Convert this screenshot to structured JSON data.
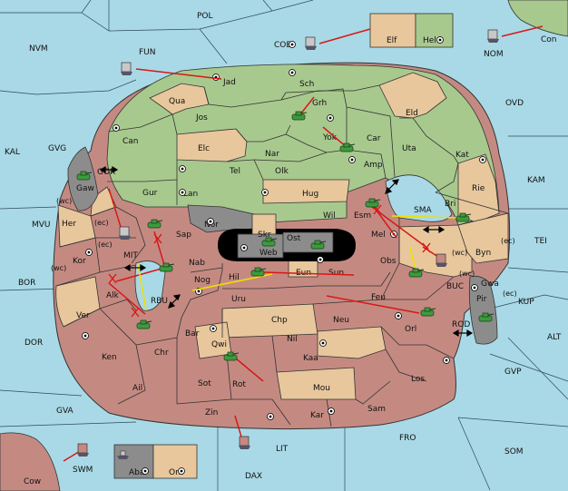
{
  "board": {
    "sea_labels": [
      "POL",
      "NVM",
      "FUN",
      "COB",
      "NOM",
      "OVD",
      "KAL",
      "GVG",
      "GOR",
      "KAM",
      "MVU",
      "MIT",
      "TEI",
      "BOR",
      "RBU",
      "BUC",
      "KUP",
      "DOR",
      "ROD",
      "ALT",
      "GVP",
      "GVA",
      "LIT",
      "FRO",
      "SOM",
      "SWM",
      "DAX",
      "SMA"
    ],
    "north_provinces": [
      "Jad",
      "Sch",
      "Qua",
      "Grh",
      "Jos",
      "Eld",
      "Can",
      "Car",
      "Yok",
      "Uta",
      "Elc",
      "Nar",
      "Amp",
      "Kat",
      "Tel",
      "Gur",
      "Olk",
      "Rie",
      "Lan",
      "Hug",
      "Bri",
      "Wil",
      "Esm"
    ],
    "south_provinces": [
      "Gaw",
      "Her",
      "Kor",
      "Ver",
      "Alk",
      "Ken",
      "Chr",
      "Ail",
      "Nog",
      "Hil",
      "Eun",
      "Sun",
      "Uru",
      "Obs",
      "Feu",
      "Bar",
      "Qwi",
      "Chp",
      "Neu",
      "Nil",
      "Orl",
      "Kaa",
      "Sot",
      "Rot",
      "Los",
      "Mou",
      "Zin",
      "Kar",
      "Sam",
      "Byn",
      "Gwa",
      "Pir",
      "Mel"
    ],
    "neutral_provinces": [
      "Nor",
      "Sap",
      "Nab",
      "Skr",
      "Web",
      "Ost"
    ],
    "outer_provinces": [
      "Elf",
      "Hel",
      "Con",
      "Aba",
      "Orn",
      "Cow"
    ],
    "coast_tags": [
      "(wc)",
      "(ec)",
      "(ec)",
      "(wc)",
      "(ec)",
      "(wc)",
      "(wc)",
      "(ec)"
    ]
  },
  "colors": {
    "sea": "#a9d9e6",
    "north_power": "#a8c98e",
    "south_power": "#c48a82",
    "neutral": "#e8c79c",
    "impassable": "#8c8c8c",
    "move_order": "#d81818",
    "support_order": "#f0e000"
  },
  "pieces": {
    "armies_icon": "tank-icon",
    "fleets_icon": "ship-icon"
  }
}
